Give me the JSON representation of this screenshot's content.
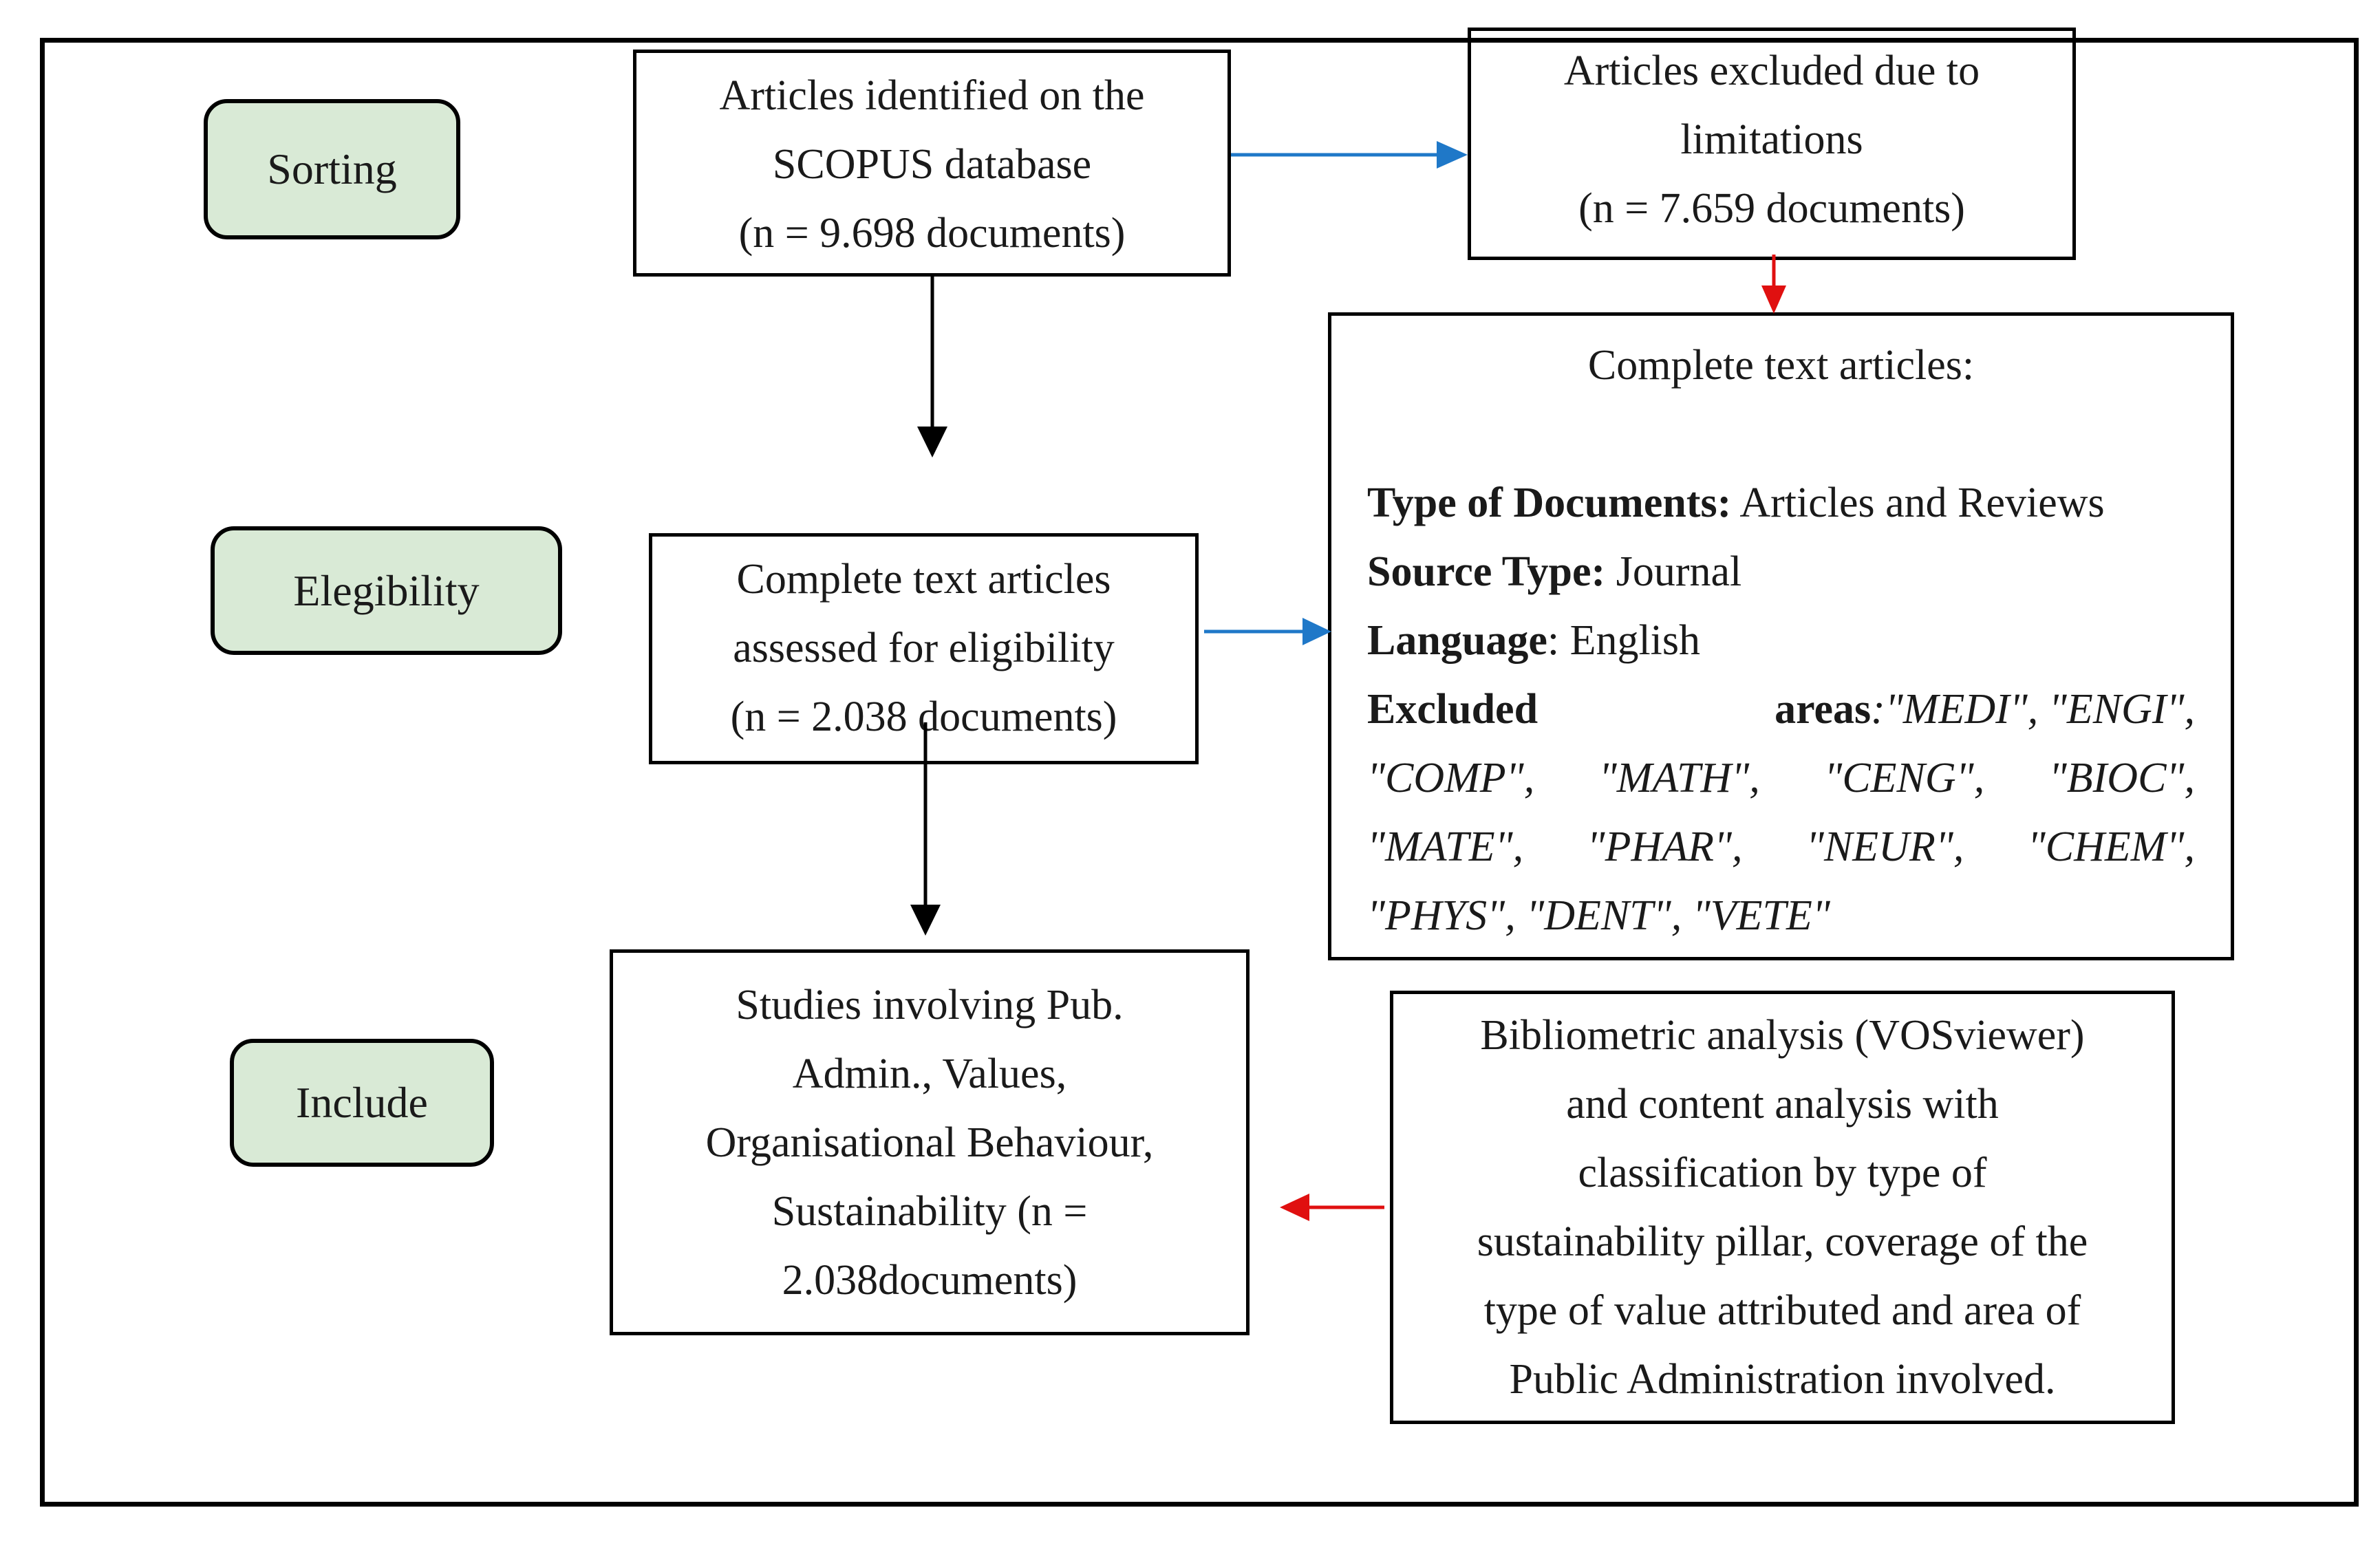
{
  "stages": {
    "sorting": "Sorting",
    "eligibility": "Elegibility",
    "include": "Include"
  },
  "boxes": {
    "identified": [
      "Articles identified on the",
      "SCOPUS database",
      "(n = 9.698 documents)"
    ],
    "excluded": [
      "Articles excluded due to",
      "limitations",
      "(n = 7.659 documents)"
    ],
    "assessed": [
      "Complete text articles",
      "assessed for eligibility",
      "(n = 2.038 documents)"
    ],
    "studies": [
      "Studies involving Pub.",
      "Admin., Values,",
      "Organisational Behaviour,",
      "Sustainability (n =",
      "2.038documents)"
    ],
    "bibliometric": [
      "Bibliometric analysis (VOSviewer)",
      "and content analysis with",
      "classification by type of",
      "sustainability pillar, coverage of the",
      "type of value attributed and area of",
      "Public Administration involved."
    ]
  },
  "criteria": {
    "title": "Complete text articles:",
    "doc_type_label": "Type of Documents:",
    "doc_type_value": " Articles and Reviews",
    "source_label": "Source Type:",
    "source_value": " Journal",
    "language_label": "Language",
    "language_value": ": English",
    "excluded_label": "Excluded",
    "areas_label": "areas",
    "areas_first": ":\"MEDI\", \"ENGI\",",
    "areas_row2": [
      "\"COMP\",",
      "\"MATH\",",
      "\"CENG\",",
      "\"BIOC\","
    ],
    "areas_row3": [
      "\"MATE\",",
      "\"PHAR\",",
      "\"NEUR\",",
      "\"CHEM\","
    ],
    "areas_row4": "\"PHYS\", \"DENT\", \"VETE\""
  },
  "colors": {
    "stage_fill": "#d9ead6",
    "blue_arrow": "#1f78c8",
    "red_arrow": "#e01010",
    "black_arrow": "#000000"
  }
}
